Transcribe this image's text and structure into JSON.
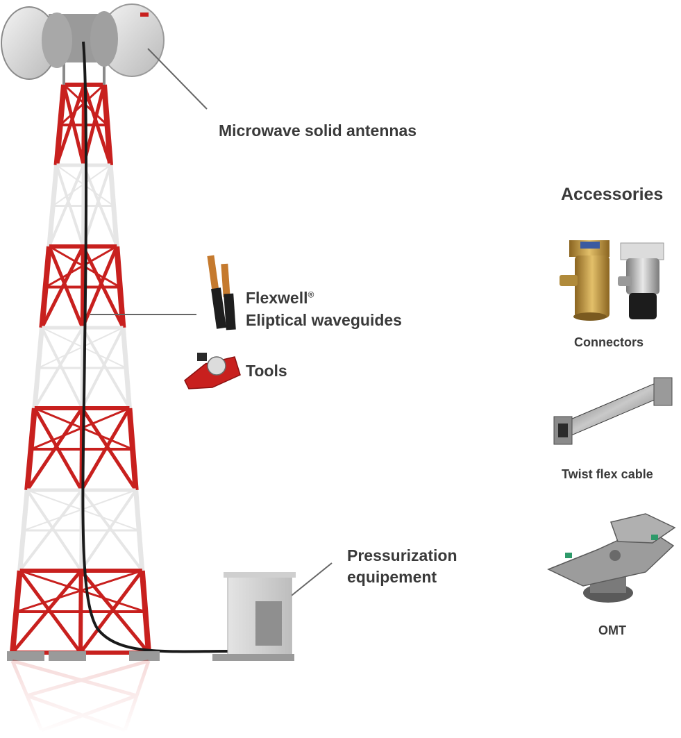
{
  "labels": {
    "antennas": "Microwave solid antennas",
    "flexwell": "Flexwell",
    "flexwell_mark": "®",
    "waveguides": "Eliptical waveguides",
    "tools": "Tools",
    "pressurization_line1": "Pressurization",
    "pressurization_line2": "equipement"
  },
  "accessories": {
    "title": "Accessories",
    "items": [
      "Connectors",
      "Twist flex cable",
      "OMT"
    ]
  },
  "colors": {
    "tower_red": "#c8201e",
    "tower_white": "#e6e6e6",
    "text": "#3a3a3a",
    "leader_line": "#666666",
    "cable": "#1a1a1a",
    "brass": "#c49a3c"
  },
  "icons": [
    "microwave-antenna-icon",
    "waveguide-cable-icon",
    "tool-icon",
    "pressurization-cabinet-icon",
    "connector-icon",
    "twist-flex-cable-icon",
    "omt-icon"
  ]
}
